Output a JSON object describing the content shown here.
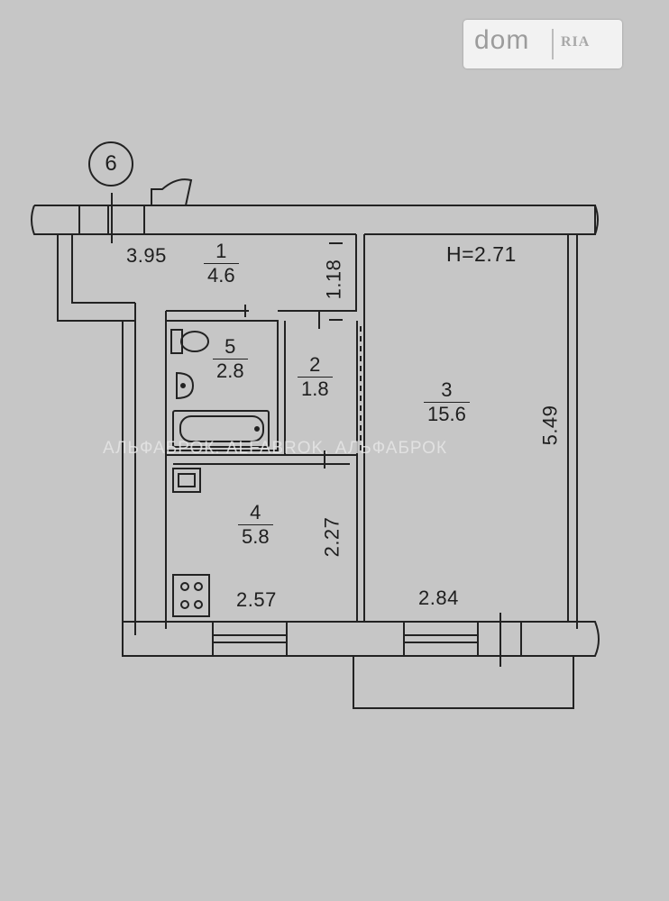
{
  "logo": {
    "brand_main": "dom",
    "brand_sub": "RIA"
  },
  "watermark": "АЛЬФАБРОК. ALFABROK. АЛЬФАБРОК",
  "axis": {
    "label": "6"
  },
  "ceiling_height": "H=2.71",
  "rooms": [
    {
      "number": "1",
      "area": "4.6"
    },
    {
      "number": "2",
      "area": "1.8"
    },
    {
      "number": "3",
      "area": "15.6"
    },
    {
      "number": "4",
      "area": "5.8"
    },
    {
      "number": "5",
      "area": "2.8"
    }
  ],
  "dimensions": {
    "corridor_length": "3.95",
    "corridor_width": "1.18",
    "room3_length": "5.49",
    "kitchen_width": "2.27",
    "kitchen_length": "2.57",
    "room3_width": "2.84"
  },
  "colors": {
    "wall": "#222222",
    "background": "#c6c6c6"
  },
  "icons": [
    "toilet-icon",
    "sink-icon",
    "bathtub-icon",
    "kitchen-sink-icon",
    "stove-icon"
  ]
}
